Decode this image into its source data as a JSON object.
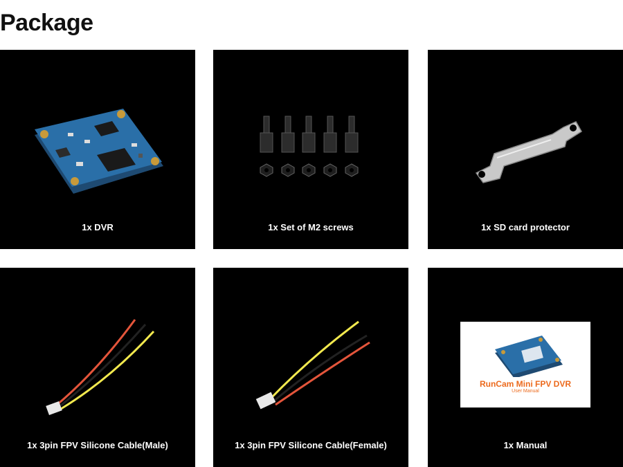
{
  "page": {
    "title": "Package"
  },
  "items": [
    {
      "label": "1x DVR",
      "icon": "dvr-board-icon"
    },
    {
      "label": "1x Set of M2 screws",
      "icon": "screws-icon"
    },
    {
      "label": "1x SD card protector",
      "icon": "sd-protector-icon"
    },
    {
      "label": "1x 3pin FPV Silicone Cable(Male)",
      "icon": "cable-male-icon"
    },
    {
      "label": "1x 3pin FPV Silicone Cable(Female)",
      "icon": "cable-female-icon"
    },
    {
      "label": "1x Manual",
      "icon": "manual-icon"
    }
  ],
  "manual": {
    "title": "RunCam Mini FPV DVR",
    "subtitle": "User Manual"
  },
  "colors": {
    "card_bg": "#000000",
    "pcb_blue": "#2a6fa8",
    "wire_red": "#e4553b",
    "wire_yellow": "#f2e94e",
    "manual_text": "#ec6a1d"
  }
}
